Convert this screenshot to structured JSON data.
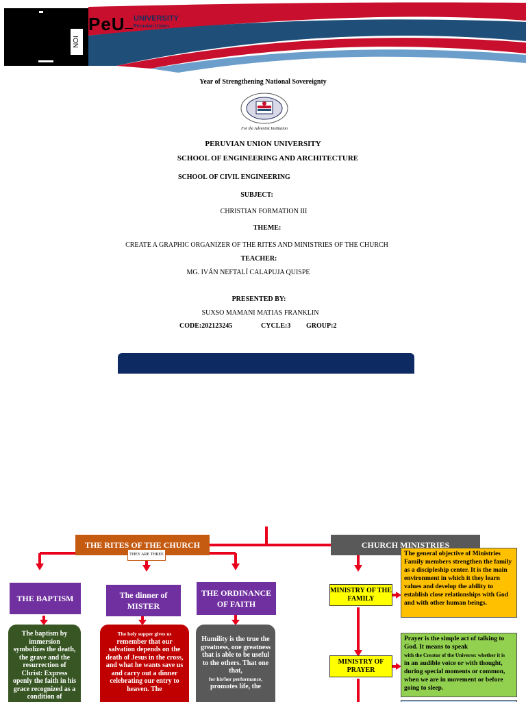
{
  "header": {
    "brand": "PeU",
    "logo_side_text": "NOI",
    "university": "UNIVERSITY",
    "university_sub": "Peruvian Union"
  },
  "cover": {
    "year_line": "Year of Strengthening National Sovereignty",
    "crest_caption": "For the Adventist Institution",
    "university_name": "PERUVIAN UNION UNIVERSITY",
    "school": "SCHOOL OF ENGINEERING AND ARCHITECTURE",
    "department": "SCHOOL OF CIVIL ENGINEERING",
    "subject_label": "SUBJECT:",
    "subject": "CHRISTIAN FORMATION III",
    "theme_label": "THEME:",
    "theme": "CREATE A GRAPHIC ORGANIZER OF THE RITES AND MINISTRIES OF THE CHURCH",
    "teacher_label": "TEACHER:",
    "teacher": "MG. IVÁN NEFTALÍ CALAPUJA QUISPE",
    "presented_label": "PRESENTED BY:",
    "student": "SUXSO MAMANI MATIAS FRANKLIN",
    "code": "CODE:202123245",
    "cycle": "CYCLE:3",
    "group": "GROUP:2"
  },
  "organizer": {
    "rites_title": "THE RITES OF THE CHURCH",
    "rites_note": "THEY ARE THREE",
    "ministries_title": "CHURCH MINISTRIES",
    "baptism": "THE BAPTISM",
    "dinner": "The dinner of MISTER",
    "ordinance": "THE ORDINANCE OF FAITH",
    "baptism_text": "The baptism by immersion symbolizes the death, the grave and the resurrection of Christ: Express openly the faith in his grace recognized as a condition of",
    "dinner_text_small": "The holy supper gives us",
    "dinner_text": "remember that our salvation depends on the death of Jesus in the cross, and what he wants save us and carry out a dinner celebrating our entry to heaven. The",
    "ordinance_text": "Humility is the true the greatness, one greatness that is able to be useful to the others. That one that,",
    "ordinance_text_small": "for his/her performance,",
    "ordinance_text_end": "promotes life, the",
    "family": "MINISTRY OF THE FAMILY",
    "prayer": "MINISTRY OF PRAYER",
    "family_text": "The general objective of Ministries Family members strengthen the family as a discipleship center. It is the main environment in which it they learn values and develop the ability to establish close relationships with God and with other human beings.",
    "prayer_text_a": "Prayer is the simple act of talking to God. It means to speak",
    "prayer_text_small": "with the Creator of the Universe: whether it is",
    "prayer_text_b": "in an audible voice or with thought, during special moments or common, when we are in movement or before going to sleep."
  },
  "colors": {
    "navy": "#0e2a63",
    "red": "#e8001c",
    "rites_orange": "#c55a11",
    "ministries_gray": "#595959",
    "purple": "#7030a0",
    "dark_green": "#375623",
    "dark_red": "#c00000",
    "gray_box": "#595959",
    "family_box": "#ffc000",
    "prayer_box": "#92d050"
  }
}
